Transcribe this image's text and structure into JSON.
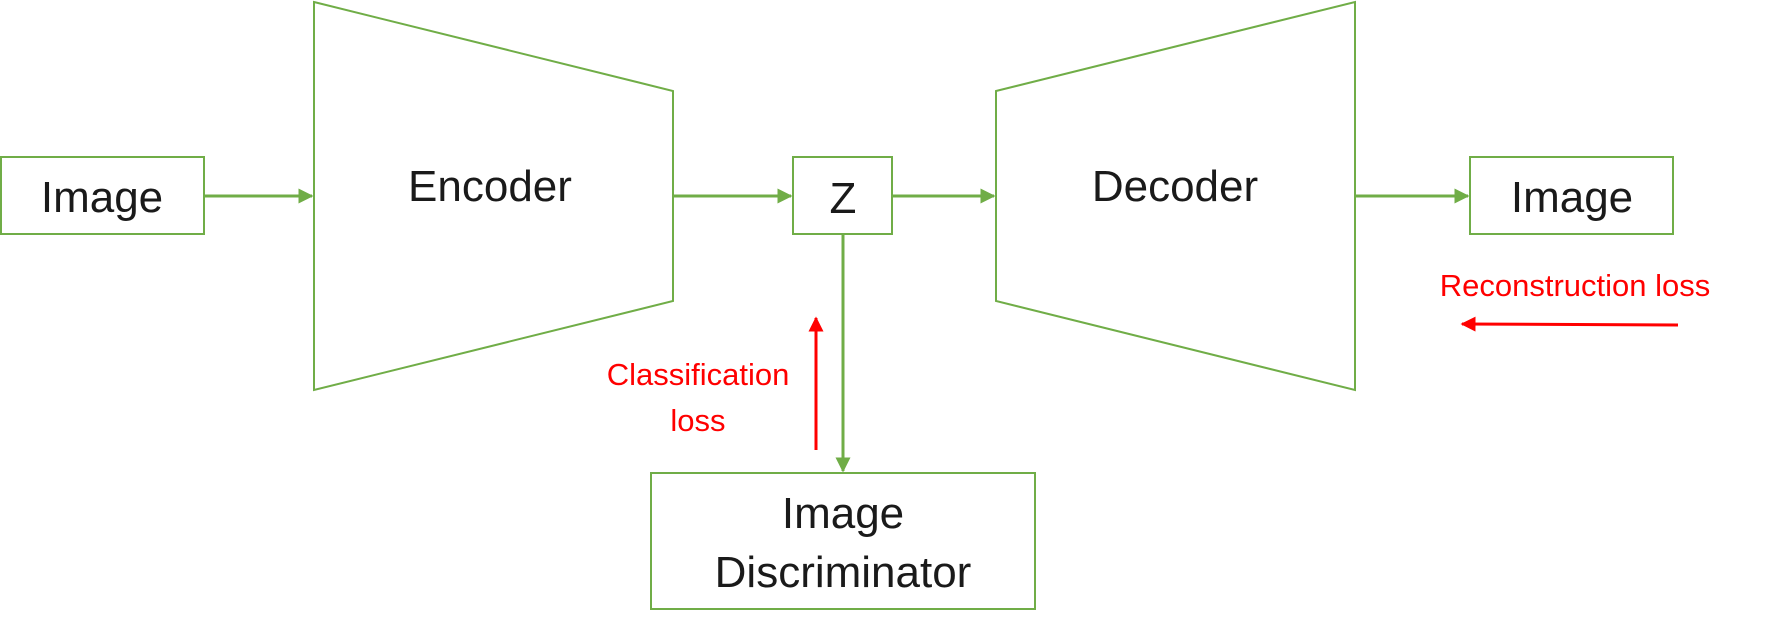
{
  "colors": {
    "node_stroke": "#70ad47",
    "flow_arrow": "#70ad47",
    "loss": "#ff0000",
    "text": "#1a1a1a"
  },
  "nodes": {
    "input_image": "Image",
    "encoder": "Encoder",
    "latent": "Z",
    "decoder": "Decoder",
    "output_image": "Image",
    "discriminator_line1": "Image",
    "discriminator_line2": "Discriminator"
  },
  "labels": {
    "classification_line1": "Classification",
    "classification_line2": "loss",
    "reconstruction": "Reconstruction loss"
  }
}
